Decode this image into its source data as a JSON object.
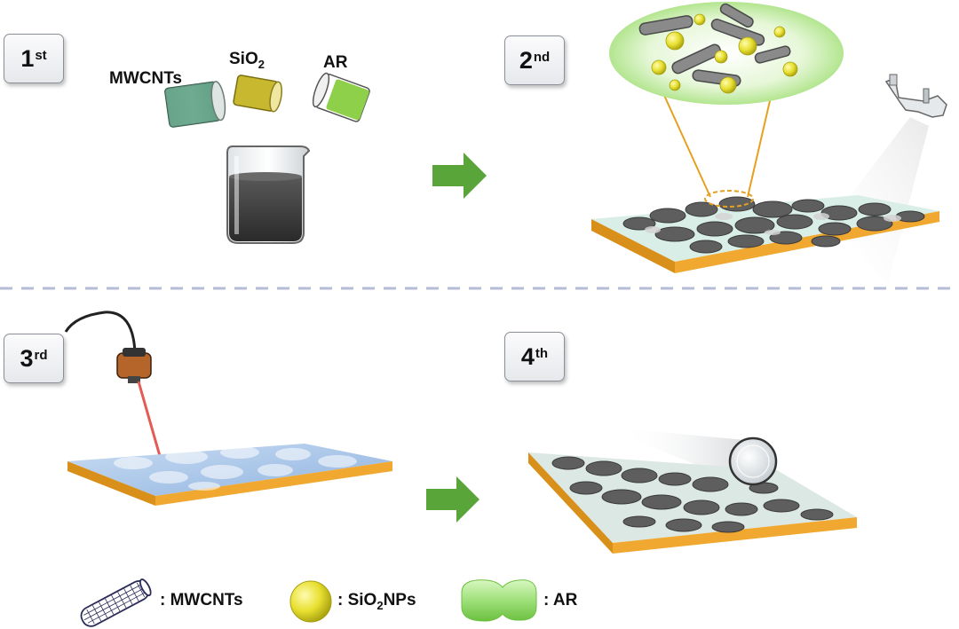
{
  "steps": {
    "step1": {
      "num": "1",
      "suffix": "st"
    },
    "step2": {
      "num": "2",
      "suffix": "nd"
    },
    "step3": {
      "num": "3",
      "suffix": "rd"
    },
    "step4": {
      "num": "4",
      "suffix": "th"
    }
  },
  "materials": {
    "mwcnts": "MWCNTs",
    "sio2_main": "SiO",
    "sio2_sub": "2",
    "ar": "AR"
  },
  "legend": {
    "mwcnts": ": MWCNTs",
    "sio2_prefix": ": SiO",
    "sio2_sub": "2",
    "sio2_suffix": "NPs",
    "ar": ": AR"
  },
  "colors": {
    "arrow": "#5aa53a",
    "substrate": "#f0a830",
    "divider": "#b4bcd6",
    "sio2": "#e8e030",
    "ar": "#9ee07a",
    "mwcnt": "#555555"
  }
}
